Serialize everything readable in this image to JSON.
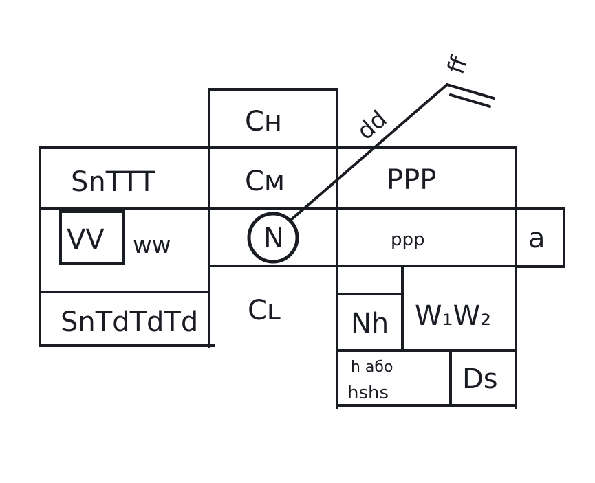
{
  "colors": {
    "ink": "#1a1c24",
    "paper": "#ffffff"
  },
  "labels": {
    "ch": "Cн",
    "cm": "Cм",
    "cl": "Cʟ",
    "n": "N",
    "sn_ttt": "SnTTT",
    "vv": "VV",
    "ww": "ww",
    "sn_td": "SnTdTdTd",
    "ppp_upper": "PPP",
    "ppp_lower": "ppp",
    "a": "a",
    "nh": "Nh",
    "w1w2": "W₁W₂",
    "h_line1": "h або",
    "h_line2": "hshs",
    "ds": "Ds",
    "dd": "dd",
    "ff": "ff"
  }
}
